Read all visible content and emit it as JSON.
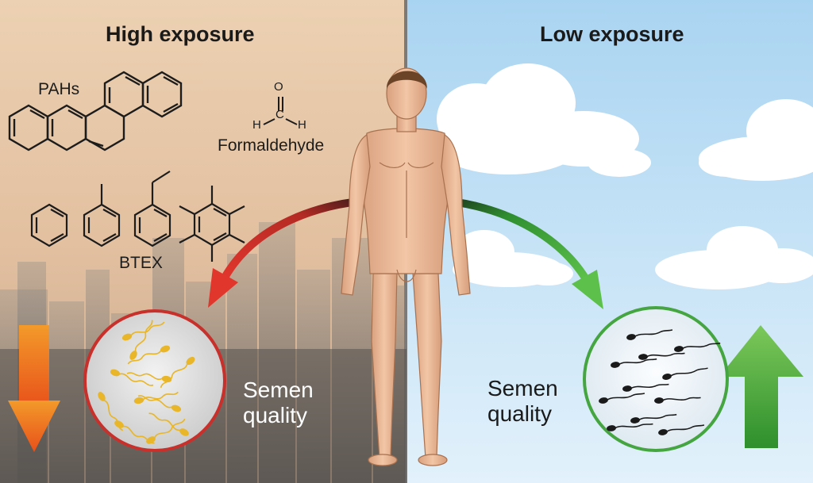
{
  "headings": {
    "high": "High exposure",
    "low": "Low exposure"
  },
  "chemicals": {
    "pahs": "PAHs",
    "formaldehyde": "Formaldehyde",
    "btex": "BTEX",
    "formaldehyde_atoms": {
      "o": "O",
      "c": "C",
      "h_left": "H",
      "h_right": "H"
    }
  },
  "outcomes": {
    "high": {
      "line1": "Semen",
      "line2": "quality",
      "direction": "decrease"
    },
    "low": {
      "line1": "Semen",
      "line2": "quality",
      "direction": "increase"
    }
  },
  "icons": {
    "high_arrow": "arrow-down-icon",
    "low_arrow": "arrow-up-icon"
  },
  "colors": {
    "high_bg": "#e9c9a6",
    "low_bg": "#bfe0f5",
    "red_arrow": "#d7302a",
    "green_arrow": "#3fa33a",
    "orange_arrow": "#f06a1a",
    "sperm_yellow": "#e8b628",
    "sperm_black": "#1a1a1a",
    "circle_red": "#c8302c",
    "circle_green": "#45a540"
  }
}
